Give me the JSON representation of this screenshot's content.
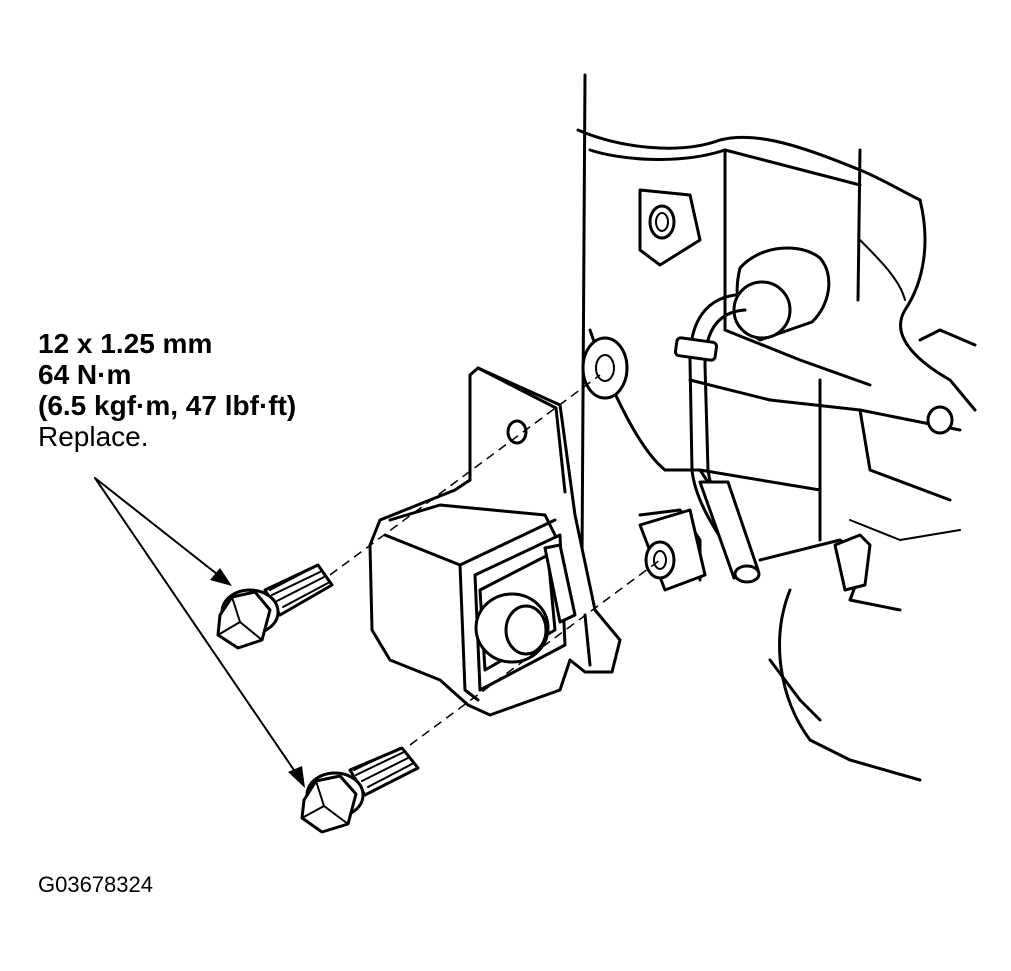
{
  "callout": {
    "bolt_size": "12 x 1.25 mm",
    "torque_nm": "64 N·m",
    "torque_alt": "(6.5 kgf·m, 47 lbf·ft)",
    "instruction": "Replace."
  },
  "figure_id": "G03678324"
}
